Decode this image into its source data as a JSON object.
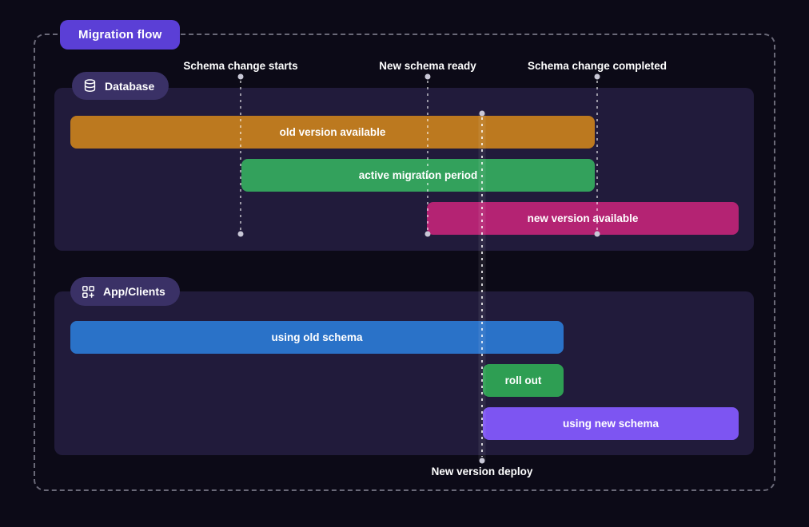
{
  "title": "Migration flow",
  "milestones": {
    "top": [
      {
        "label": "Schema change starts"
      },
      {
        "label": "New schema ready"
      },
      {
        "label": "Schema change completed"
      }
    ],
    "bottom": {
      "label": "New version deploy"
    }
  },
  "lanes": [
    {
      "label": "Database",
      "icon": "database-icon",
      "bars": [
        {
          "label": "old version available",
          "color": "#bc791f"
        },
        {
          "label": "active migration period",
          "color": "#33a15c"
        },
        {
          "label": "new version available",
          "color": "#b42373"
        }
      ]
    },
    {
      "label": "App/Clients",
      "icon": "apps-icon",
      "bars": [
        {
          "label": "using old schema",
          "color": "#2a72c8"
        },
        {
          "label": "roll out",
          "color": "#2e9e53"
        },
        {
          "label": "using new schema",
          "color": "#7d55f2"
        }
      ]
    }
  ],
  "colors": {
    "background": "#0c0a17",
    "panel": "#211b3b",
    "lane_badge": "#3a3166",
    "title_badge": "#5b3fd6",
    "boundary_dash": "#b9b9c8"
  }
}
